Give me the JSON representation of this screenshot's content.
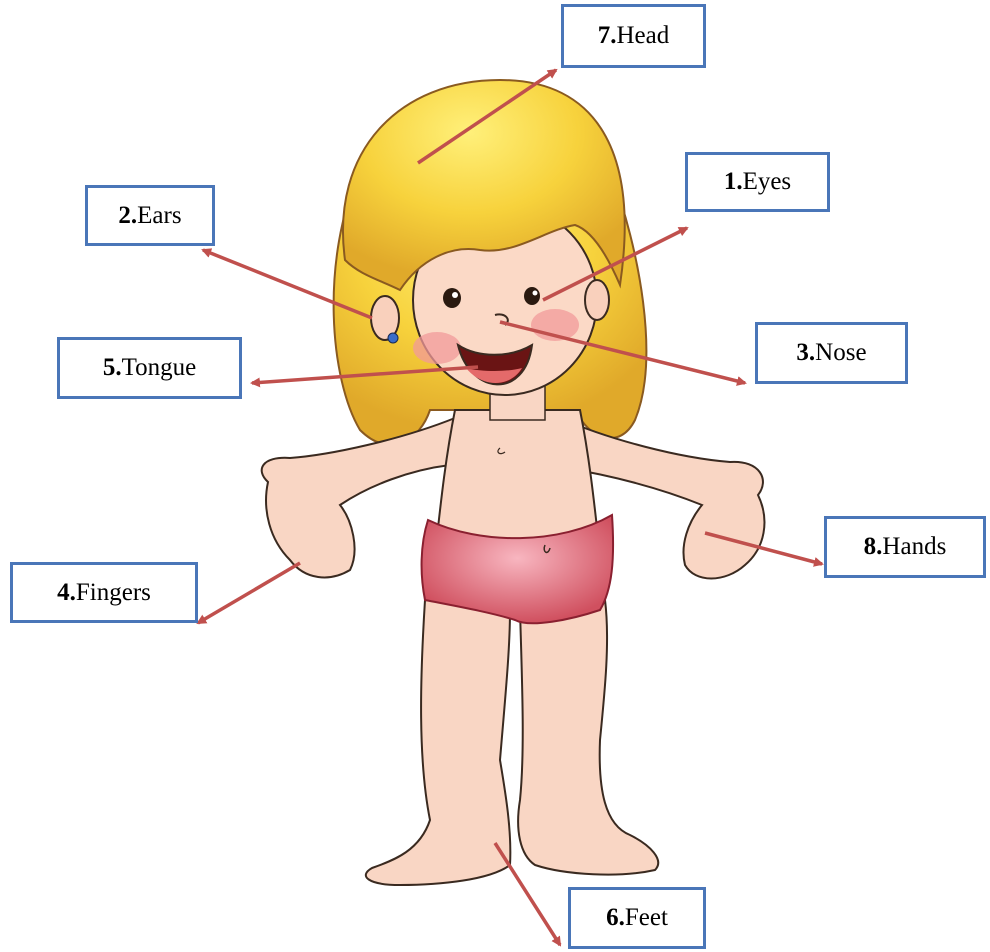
{
  "title": "",
  "colors": {
    "box_border": "#4a76b8",
    "arrow": "#c0504d"
  },
  "labels": {
    "head": {
      "num": "7.",
      "text": "Head"
    },
    "eyes": {
      "num": "1.",
      "text": "Eyes"
    },
    "ears": {
      "num": "2.",
      "text": "Ears"
    },
    "nose": {
      "num": "3.",
      "text": "Nose"
    },
    "tongue": {
      "num": "5.",
      "text": "Tongue"
    },
    "hands": {
      "num": "8.",
      "text": "Hands"
    },
    "fingers": {
      "num": "4.",
      "text": "Fingers"
    },
    "feet": {
      "num": "6.",
      "text": "Feet"
    }
  }
}
